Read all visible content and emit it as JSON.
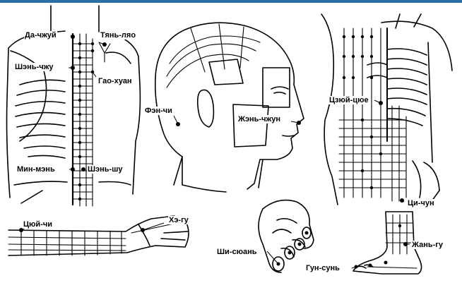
{
  "labels": {
    "da_chzhuy": "Да-чжуй",
    "tyan_lyao": "Тянь-ляо",
    "shen_chzhu": "Шэнь-чжу",
    "gao_huan": "Гао-хуан",
    "min_men": "Мин-мэнь",
    "shen_shu": "Шэнь-шу",
    "fen_chi": "Фэн-чи",
    "zhen_chzhun": "Жэнь-чжун",
    "tszyuy_tsyue": "Цзюй-цюе",
    "tsi_chun": "Ци-чун",
    "tsyuy_chi": "Цюй-чи",
    "he_gu": "Хэ-гу",
    "shi_syuan": "Ши-сюань",
    "gun_sun": "Гун-сунь",
    "zhan_gu": "Жань-гу"
  },
  "colors": {
    "header_bar": "#2e6ea3",
    "line": "#000000",
    "background": "#ffffff"
  }
}
